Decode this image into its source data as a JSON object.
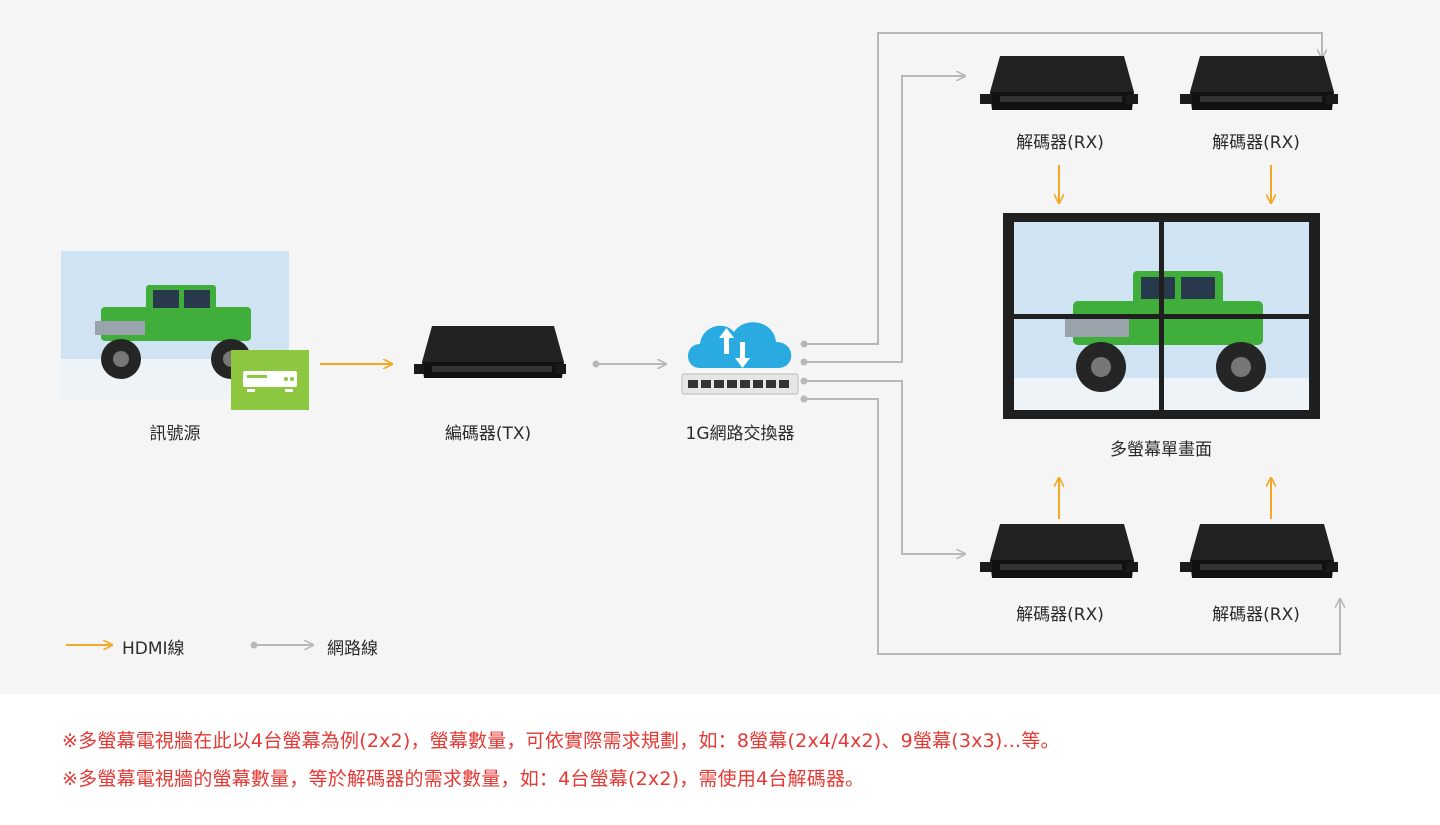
{
  "diagram": {
    "source_label": "訊號源",
    "encoder_label": "編碼器(TX)",
    "switch_label": "1G網路交換器",
    "decoders": [
      {
        "label": "解碼器(RX)"
      },
      {
        "label": "解碼器(RX)"
      },
      {
        "label": "解碼器(RX)"
      },
      {
        "label": "解碼器(RX)"
      }
    ],
    "videowall_label": "多螢幕單畫面"
  },
  "legend": {
    "hdmi_label": "HDMI線",
    "network_label": "網路線"
  },
  "notes": [
    "※多螢幕電視牆在此以4台螢幕為例(2x2)，螢幕數量，可依實際需求規劃，如：8螢幕(2x4/4x2)、9螢幕(3x3)...等。",
    "※多螢幕電視牆的螢幕數量，等於解碼器的需求數量，如：4台螢幕(2x2)，需使用4台解碼器。"
  ],
  "colors": {
    "hdmi_line": "#f5a623",
    "network_line": "#b8b8b8",
    "source_badge": "#8dc63f",
    "note_text": "#e53935"
  },
  "icons": {
    "source_badge": "media-player-icon",
    "switch": "cloud-network-switch-icon"
  }
}
